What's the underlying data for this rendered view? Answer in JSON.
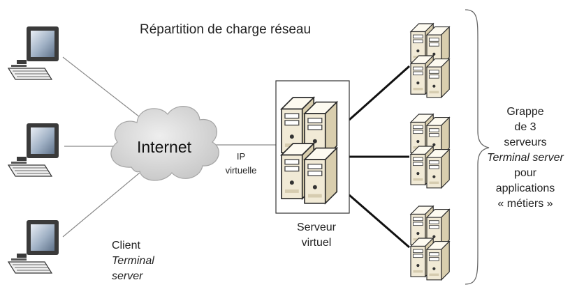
{
  "diagram": {
    "title": "Répartition de charge réseau",
    "internet_label": "Internet",
    "ip_label_line1": "IP",
    "ip_label_line2": "virtuelle",
    "virtual_server_line1": "Serveur",
    "virtual_server_line2": "virtuel",
    "client_line1": "Client",
    "client_line2": "Terminal",
    "client_line3": "server",
    "cluster_line1": "Grappe",
    "cluster_line2": "de 3",
    "cluster_line3": "serveurs",
    "cluster_line4": "Terminal server",
    "cluster_line5": "pour",
    "cluster_line6": "applications",
    "cluster_line7": "« métiers »"
  },
  "colors": {
    "server_body": "#f3ecd9",
    "server_face": "#e6dcc0",
    "cloud": "#d6d6d6",
    "monitor_screen": "#7b8ea6"
  }
}
